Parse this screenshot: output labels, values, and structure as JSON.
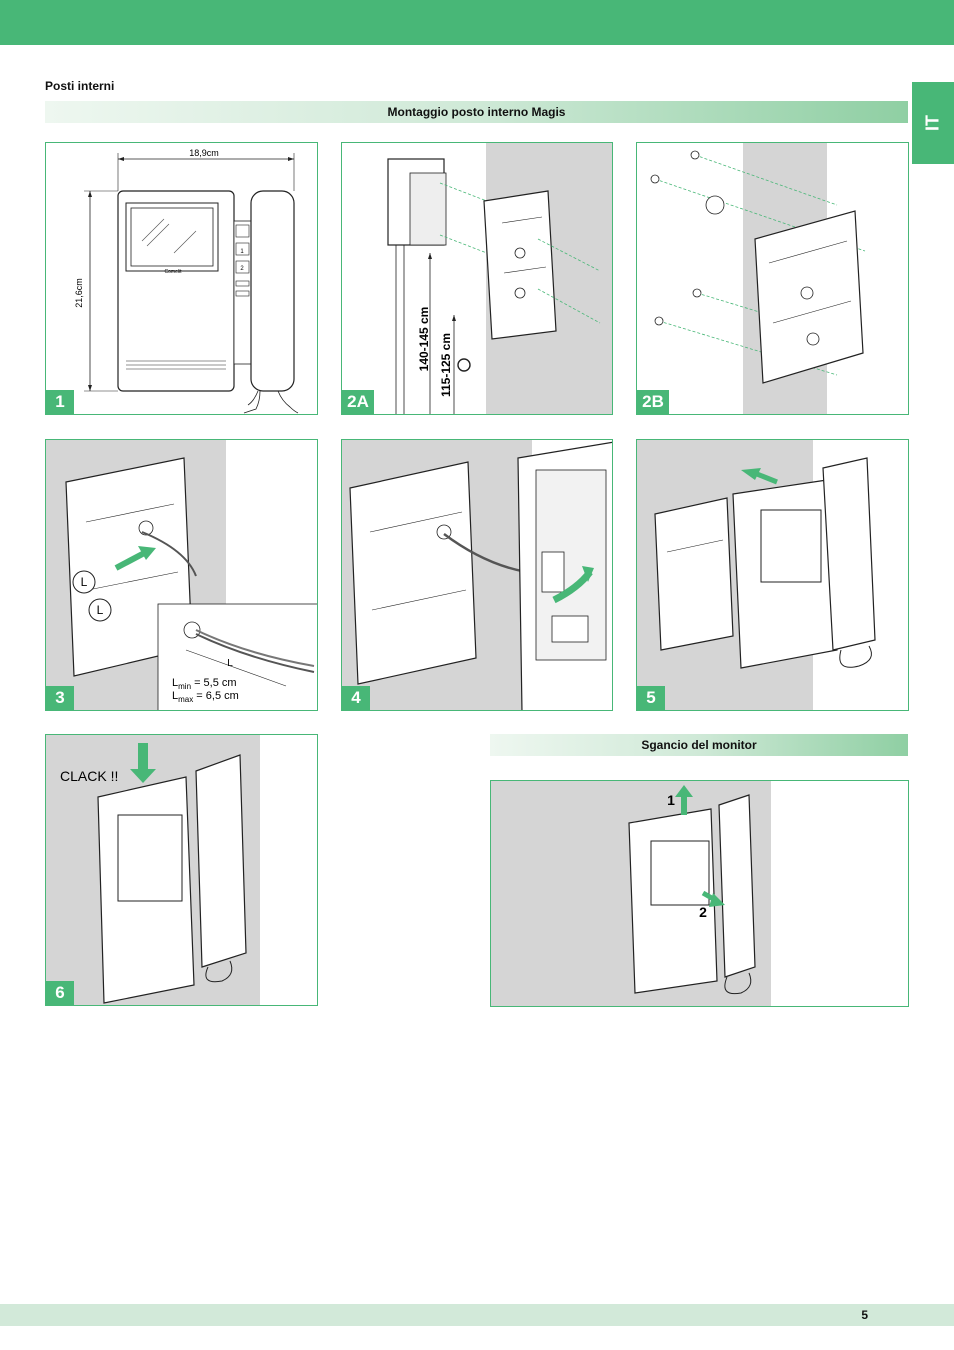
{
  "header": {
    "language_tab": "IT"
  },
  "section": {
    "title": "Posti interni"
  },
  "bands": {
    "mounting": "Montaggio posto interno Magis",
    "release": "Sgancio del monitor"
  },
  "panels": {
    "p1": {
      "step": "1",
      "width_label": "18,9cm",
      "height_label": "21,6cm",
      "brand": "Comelit",
      "key1": "1",
      "key2": "2"
    },
    "p2a": {
      "step": "2A",
      "height_standard": "140-145 cm",
      "height_accessible": "115-125 cm"
    },
    "p2b": {
      "step": "2B"
    },
    "p3": {
      "step": "3",
      "marker_l1": "L",
      "marker_l2": "L",
      "length_label": "L",
      "lmin_label": "L",
      "lmin_sub": "min",
      "lmin_value": " = 5,5 cm",
      "lmax_label": "L",
      "lmax_sub": "max",
      "lmax_value": " = 6,5 cm"
    },
    "p4": {
      "step": "4"
    },
    "p5": {
      "step": "5"
    },
    "p6": {
      "step": "6",
      "clack_text": "CLACK !!"
    },
    "release": {
      "arrow1_label": "1",
      "arrow2_label": "2"
    }
  },
  "footer": {
    "page_number": "5"
  },
  "colors": {
    "brand_green": "#48b777",
    "gray_wall": "#d5d5d5"
  }
}
